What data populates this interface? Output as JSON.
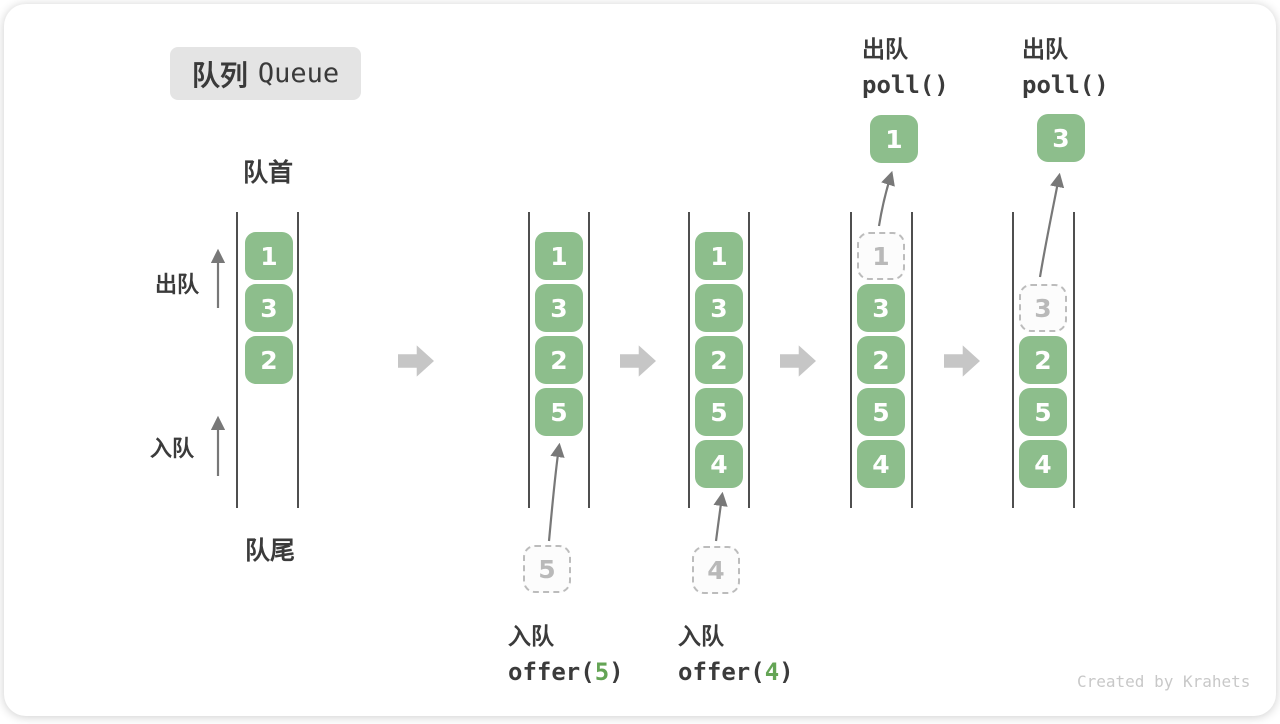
{
  "badge": {
    "zh": "队列",
    "en": "Queue"
  },
  "labels": {
    "front": "队首",
    "rear": "队尾",
    "dequeue_side": "出队",
    "enqueue_side": "入队"
  },
  "queues": {
    "c1": {
      "items": [
        "1",
        "3",
        "2"
      ]
    },
    "c2": {
      "items": [
        "1",
        "3",
        "2",
        "5"
      ],
      "incoming": "5"
    },
    "c3": {
      "items": [
        "1",
        "3",
        "2",
        "5",
        "4"
      ],
      "incoming": "4"
    },
    "c4": {
      "ghost": "1",
      "items": [
        "3",
        "2",
        "5",
        "4"
      ],
      "popped": "1"
    },
    "c5": {
      "ghost": "3",
      "items": [
        "2",
        "5",
        "4"
      ],
      "popped": "3"
    }
  },
  "ops": {
    "enqueue5": {
      "action": "入队",
      "call_open": "offer(",
      "arg": "5",
      "call_close": ")"
    },
    "enqueue4": {
      "action": "入队",
      "call_open": "offer(",
      "arg": "4",
      "call_close": ")"
    },
    "poll1": {
      "action": "出队",
      "call": "poll()"
    },
    "poll2": {
      "action": "出队",
      "call": "poll()"
    }
  },
  "watermark": "Created by Krahets",
  "colors": {
    "cell_green": "#8dbe8c",
    "arg_green": "#64a455",
    "text_dark": "#3b3b3b",
    "block_arrow_gray": "#c6c6c6",
    "ghost_gray": "#bcbcbc",
    "badge_bg": "#e4e4e4",
    "watermark_gray": "#c8c8c8"
  }
}
